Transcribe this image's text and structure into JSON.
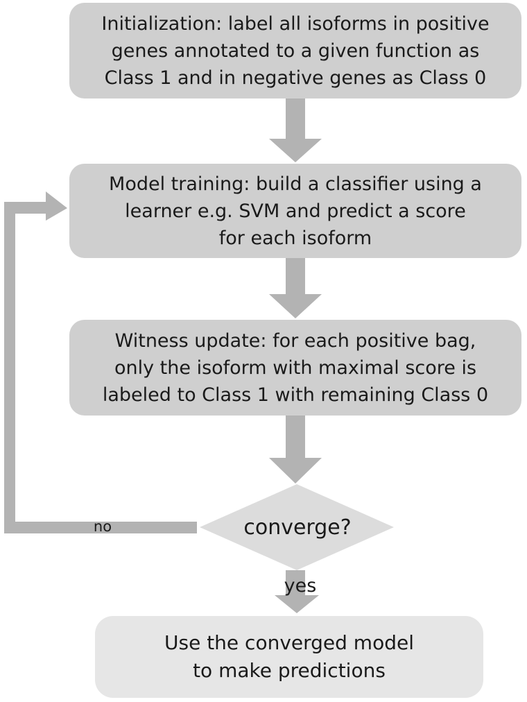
{
  "colors": {
    "box_fill": "#cfcfcf",
    "final_box_fill": "#e6e6e6",
    "diamond_fill": "#dcdcdc",
    "arrow": "#b3b3b3",
    "text": "#1a1a1a"
  },
  "steps": [
    {
      "id": "initialization",
      "text": "Initialization: label all isoforms in positive\ngenes annotated to a given function as\nClass 1 and in negative genes as Class 0"
    },
    {
      "id": "model-training",
      "text": "Model training: build a classifier using a\nlearner e.g. SVM and predict a score\nfor each isoform"
    },
    {
      "id": "witness-update",
      "text": "Witness update: for each positive bag,\nonly the isoform with maximal score is\nlabeled to Class 1 with remaining Class 0"
    }
  ],
  "decision": {
    "text": "converge?",
    "yes_label": "yes",
    "no_label": "no"
  },
  "final_step": {
    "text": "Use the converged model\nto make predictions"
  }
}
